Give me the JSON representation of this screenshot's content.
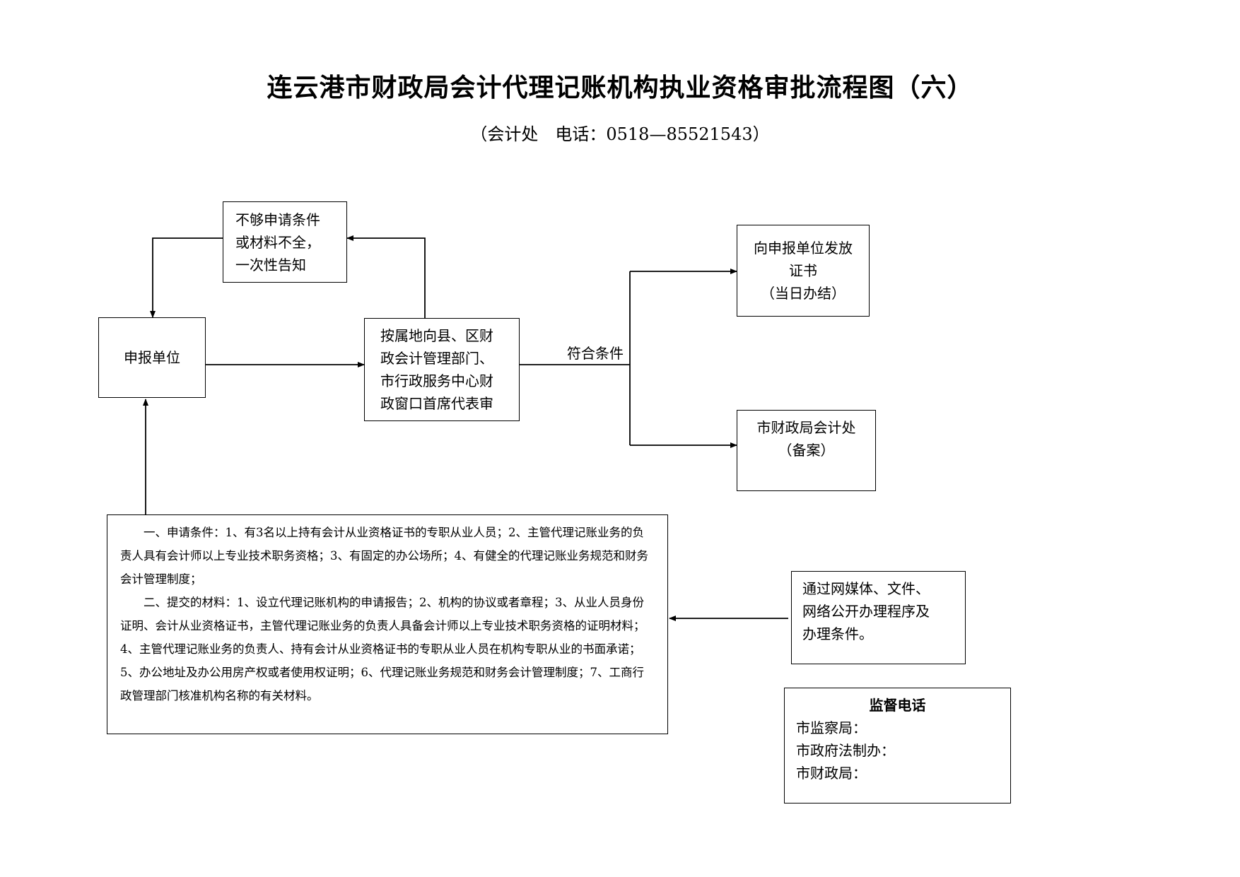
{
  "header": {
    "title": "连云港市财政局会计代理记账机构执业资格审批流程图（六）",
    "subtitle": "（会计处　电话：0518—85521543）"
  },
  "nodes": {
    "insufficient": [
      "不够申请条件",
      "或材料不全，",
      "一次性告知"
    ],
    "applicant": [
      "申报单位"
    ],
    "review": [
      "按属地向县、区财",
      "政会计管理部门、",
      "市行政服务中心财",
      "政窗口首席代表审"
    ],
    "issue": [
      "向申报单位发放",
      "证书",
      "（当日办结）"
    ],
    "filing": [
      "市财政局会计处",
      "（备案）"
    ],
    "publicity": [
      "通过网媒体、文件、",
      "网络公开办理程序及",
      "办理条件。"
    ]
  },
  "edge_labels": {
    "qualified": "符合条件"
  },
  "requirements": {
    "conditions": "一、申请条件：1、有3名以上持有会计从业资格证书的专职从业人员；2、主管代理记账业务的负责人具有会计师以上专业技术职务资格；3、有固定的办公场所；4、有健全的代理记账业务规范和财务会计管理制度；",
    "materials": "二、提交的材料：1、设立代理记账机构的申请报告；2、机构的协议或者章程；3、从业人员身份证明、会计从业资格证书，主管代理记账业务的负责人具备会计师以上专业技术职务资格的证明材料；4、主管代理记账业务的负责人、持有会计从业资格证书的专职从业人员在机构专职从业的书面承诺；5、办公地址及办公用房产权或者使用权证明；6、代理记账业务规范和财务会计管理制度；7、工商行政管理部门核准机构名称的有关材料。"
  },
  "supervision": {
    "title": "监督电话",
    "lines": [
      "市监察局：",
      "市政府法制办：",
      "市财政局："
    ]
  }
}
